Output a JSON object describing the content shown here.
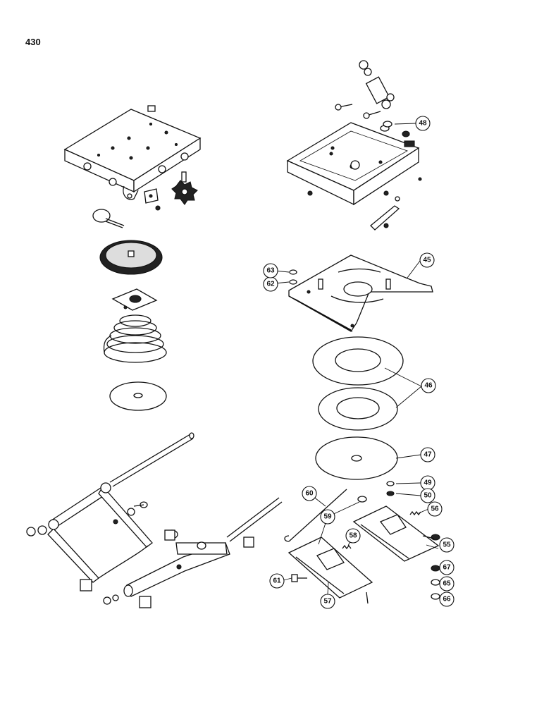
{
  "page": {
    "number": "430"
  },
  "callouts": [
    {
      "id": "c45",
      "label": "45"
    },
    {
      "id": "c46",
      "label": "46"
    },
    {
      "id": "c47",
      "label": "47"
    },
    {
      "id": "c48",
      "label": "48"
    },
    {
      "id": "c49",
      "label": "49"
    },
    {
      "id": "c50",
      "label": "50"
    },
    {
      "id": "c55",
      "label": "55"
    },
    {
      "id": "c56",
      "label": "56"
    },
    {
      "id": "c57",
      "label": "57"
    },
    {
      "id": "c58",
      "label": "58"
    },
    {
      "id": "c59",
      "label": "59"
    },
    {
      "id": "c60",
      "label": "60"
    },
    {
      "id": "c61",
      "label": "61"
    },
    {
      "id": "c62",
      "label": "62"
    },
    {
      "id": "c63",
      "label": "63"
    },
    {
      "id": "c65",
      "label": "65"
    },
    {
      "id": "c66",
      "label": "66"
    },
    {
      "id": "c67",
      "label": "67"
    }
  ]
}
